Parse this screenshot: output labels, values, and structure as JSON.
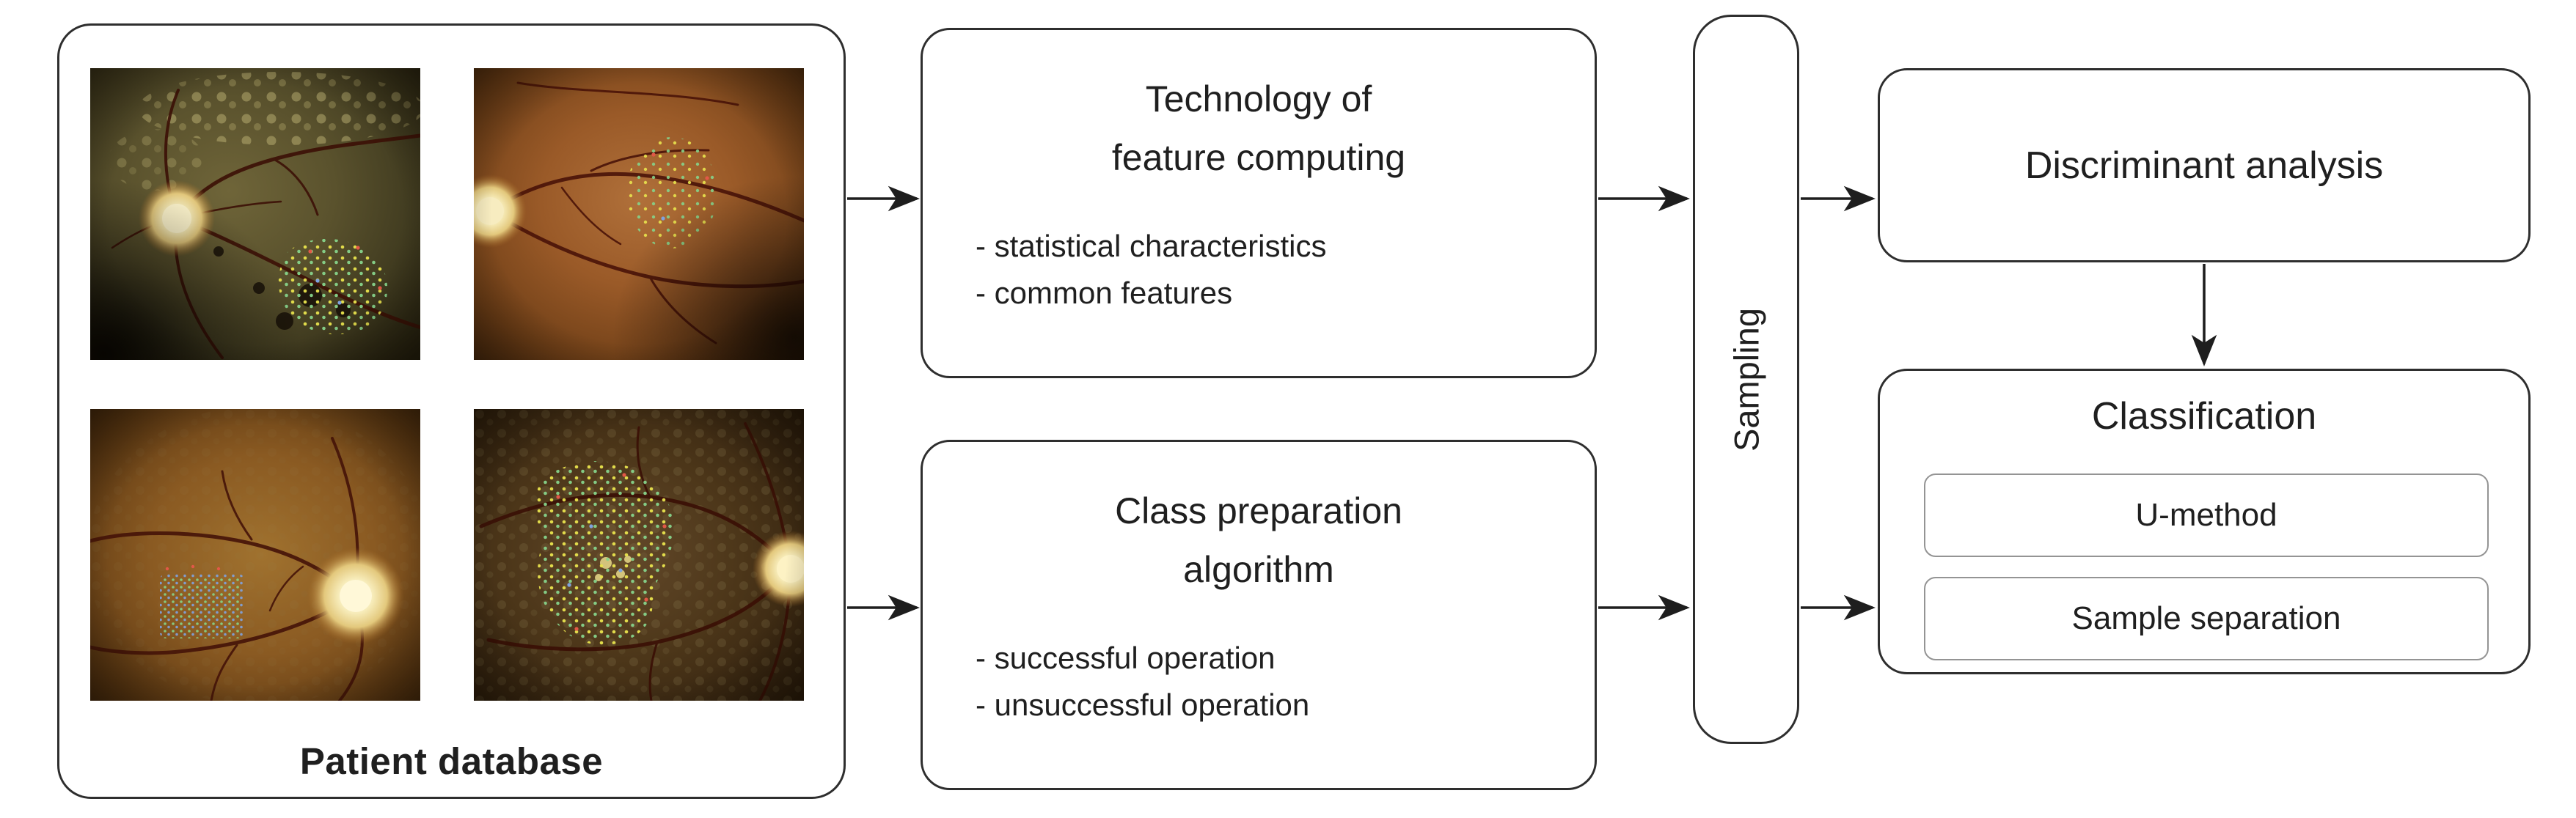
{
  "diagram": {
    "patient_database": {
      "label": "Patient database",
      "images": [
        {
          "name": "fundus-retina-olive-with-annotation-dots"
        },
        {
          "name": "fundus-retina-orange-with-annotation-dots"
        },
        {
          "name": "fundus-retina-amber-optic-disc-right"
        },
        {
          "name": "fundus-retina-dark-drusen-with-annotation-dots"
        }
      ]
    },
    "feature_box": {
      "title_line1": "Technology of",
      "title_line2": "feature computing",
      "bullets": [
        "- statistical characteristics",
        "- common features"
      ]
    },
    "class_box": {
      "title_line1": "Class preparation",
      "title_line2": "algorithm",
      "bullets": [
        "- successful operation",
        "- unsuccessful operation"
      ]
    },
    "sampling": {
      "label": "Sampling"
    },
    "discriminant": {
      "label": "Discriminant analysis"
    },
    "classification": {
      "title": "Classification",
      "methods": [
        "U-method",
        "Sample separation"
      ]
    },
    "colors": {
      "box_border": "#2e2e2e",
      "inner_box_border": "#949494",
      "text": "#1f1f1f",
      "annotation_yellow": "#e8e34d",
      "annotation_green": "#86d28a",
      "annotation_blue": "#7fa3e0",
      "annotation_red": "#e25848"
    }
  }
}
